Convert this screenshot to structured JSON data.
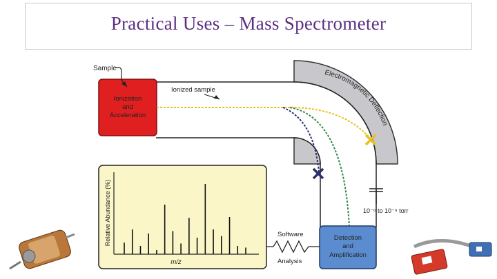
{
  "slide": {
    "title": "Practical Uses – Mass Spectrometer"
  },
  "diagram": {
    "sample_label": "Sample",
    "ionization_label": [
      "Ionization",
      "and",
      "Acceleration"
    ],
    "ionized_sample_label": "Ionized sample",
    "deflection_label": "Electromagnetic Deflection",
    "pressure_label": "10⁻⁶ to 10⁻⁹ torr",
    "detection_label": [
      "Detection",
      "and",
      "Amplification"
    ],
    "software_label": "Software",
    "analysis_label": "Analysis",
    "spectrum_ylabel": "Relative Abundance (%)",
    "spectrum_xlabel": "m/z",
    "spectrum_peaks": [
      14,
      30,
      10,
      25,
      5,
      60,
      28,
      13,
      44,
      20,
      85,
      30,
      22,
      45,
      10,
      8
    ],
    "colors": {
      "ionization_box": "#e02020",
      "detection_box": "#5b8ccf",
      "spectrum_bg": "#fbf6c8",
      "chamber_gray": "#c8c8cc",
      "path_yellow": "#e8c020",
      "path_green": "#2e8b4a",
      "path_navy": "#2a2f6b",
      "title": "#5b2d83"
    }
  },
  "decor": {
    "left_image": "motor-icon",
    "right_image": "usb-cable-icon"
  }
}
